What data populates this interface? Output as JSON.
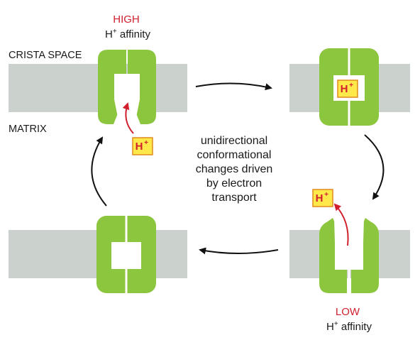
{
  "labels": {
    "crista_space": "CRISTA SPACE",
    "matrix": "MATRIX",
    "high": "HIGH",
    "low": "LOW",
    "affinity_prefix": "H",
    "affinity_sup": "+",
    "affinity_suffix": " affinity",
    "center_lines": [
      "unidirectional",
      "conformational",
      "changes driven",
      "by electron",
      "transport"
    ]
  },
  "proton": {
    "symbol": "H",
    "charge": "+"
  },
  "colors": {
    "membrane": "#cbd1cc",
    "protein": "#8cc63e",
    "proton_fill": "#ffe94a",
    "proton_border": "#e08a1c",
    "red": "#d0202e",
    "arrow": "#111111"
  }
}
